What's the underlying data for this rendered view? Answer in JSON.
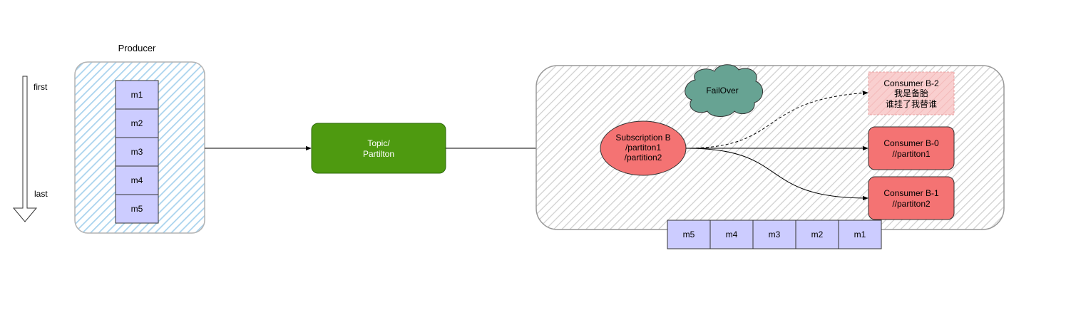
{
  "producer": {
    "title": "Producer",
    "messages": [
      "m1",
      "m2",
      "m3",
      "m4",
      "m5"
    ]
  },
  "order": {
    "first": "first",
    "last": "last"
  },
  "topic": {
    "line1": "Topic/",
    "line2": "Partilton"
  },
  "subscription": {
    "line1": "Subscription B",
    "line2": "/partiton1",
    "line3": "/partition2"
  },
  "failover": {
    "label": "FailOver"
  },
  "consumers": {
    "b2": {
      "line1": "Consumer B-2",
      "line2": "我是备胎",
      "line3": "谁挂了我替谁"
    },
    "b0": {
      "line1": "Consumer B-0",
      "line2": "//partiton1"
    },
    "b1": {
      "line1": "Consumer B-1",
      "line2": "//partiton2"
    }
  },
  "queue": {
    "messages": [
      "m5",
      "m4",
      "m3",
      "m2",
      "m1"
    ]
  },
  "colors": {
    "message_fill": "#ccccff",
    "topic_fill": "#4e9a10",
    "consumer_fill": "#f47373",
    "consumer_standby_fill": "#f7c4c4",
    "failover_fill": "#67a393",
    "producer_hatch": "#a9d3ee",
    "container_hatch": "#cccccc"
  }
}
